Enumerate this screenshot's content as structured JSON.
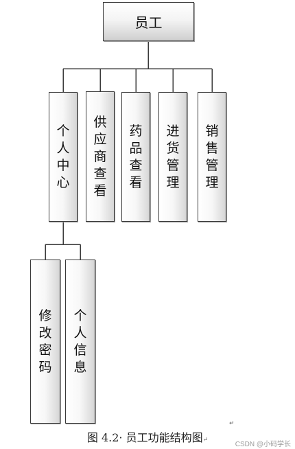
{
  "diagram": {
    "root": {
      "label": "员工"
    },
    "level1": [
      {
        "id": "personal-center",
        "label": "个人中心"
      },
      {
        "id": "supplier-view",
        "label": "供应商查看"
      },
      {
        "id": "drug-view",
        "label": "药品查看"
      },
      {
        "id": "purchase-management",
        "label": "进货管理"
      },
      {
        "id": "sales-management",
        "label": "销售管理"
      }
    ],
    "level2": [
      {
        "id": "change-password",
        "parent": "personal-center",
        "label": "修改密码"
      },
      {
        "id": "personal-info",
        "parent": "personal-center",
        "label": "个人信息"
      }
    ]
  },
  "caption": "图 4.2· 员工功能结构图",
  "caption_mark": "↵",
  "side_mark": "↵",
  "watermark": "CSDN @小码学长",
  "colors": {
    "line": "#3a3a3a",
    "box_border": "#3a3a3a",
    "text": "#111111"
  }
}
